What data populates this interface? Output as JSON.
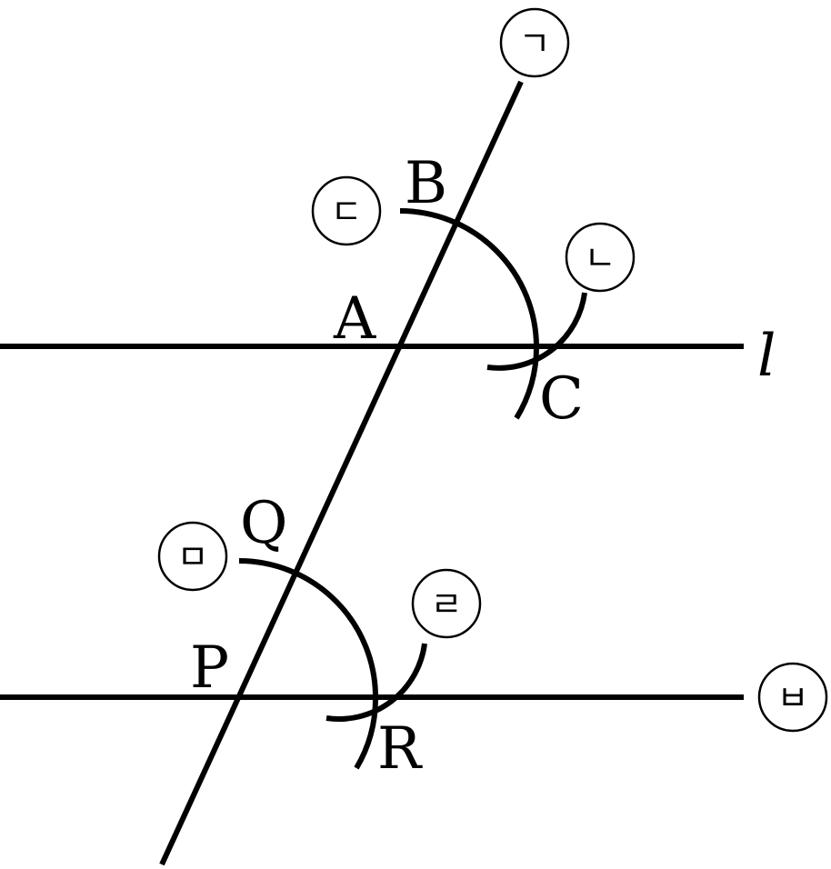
{
  "points": {
    "A": "A",
    "B": "B",
    "C": "C",
    "P": "P",
    "Q": "Q",
    "R": "R"
  },
  "line_label": "l",
  "step_marks": {
    "m1": "ㄱ",
    "m2": "ㄴ",
    "m3": "ㄷ",
    "m4": "ㄹ",
    "m5": "ㅁ",
    "m6": "ㅂ"
  }
}
